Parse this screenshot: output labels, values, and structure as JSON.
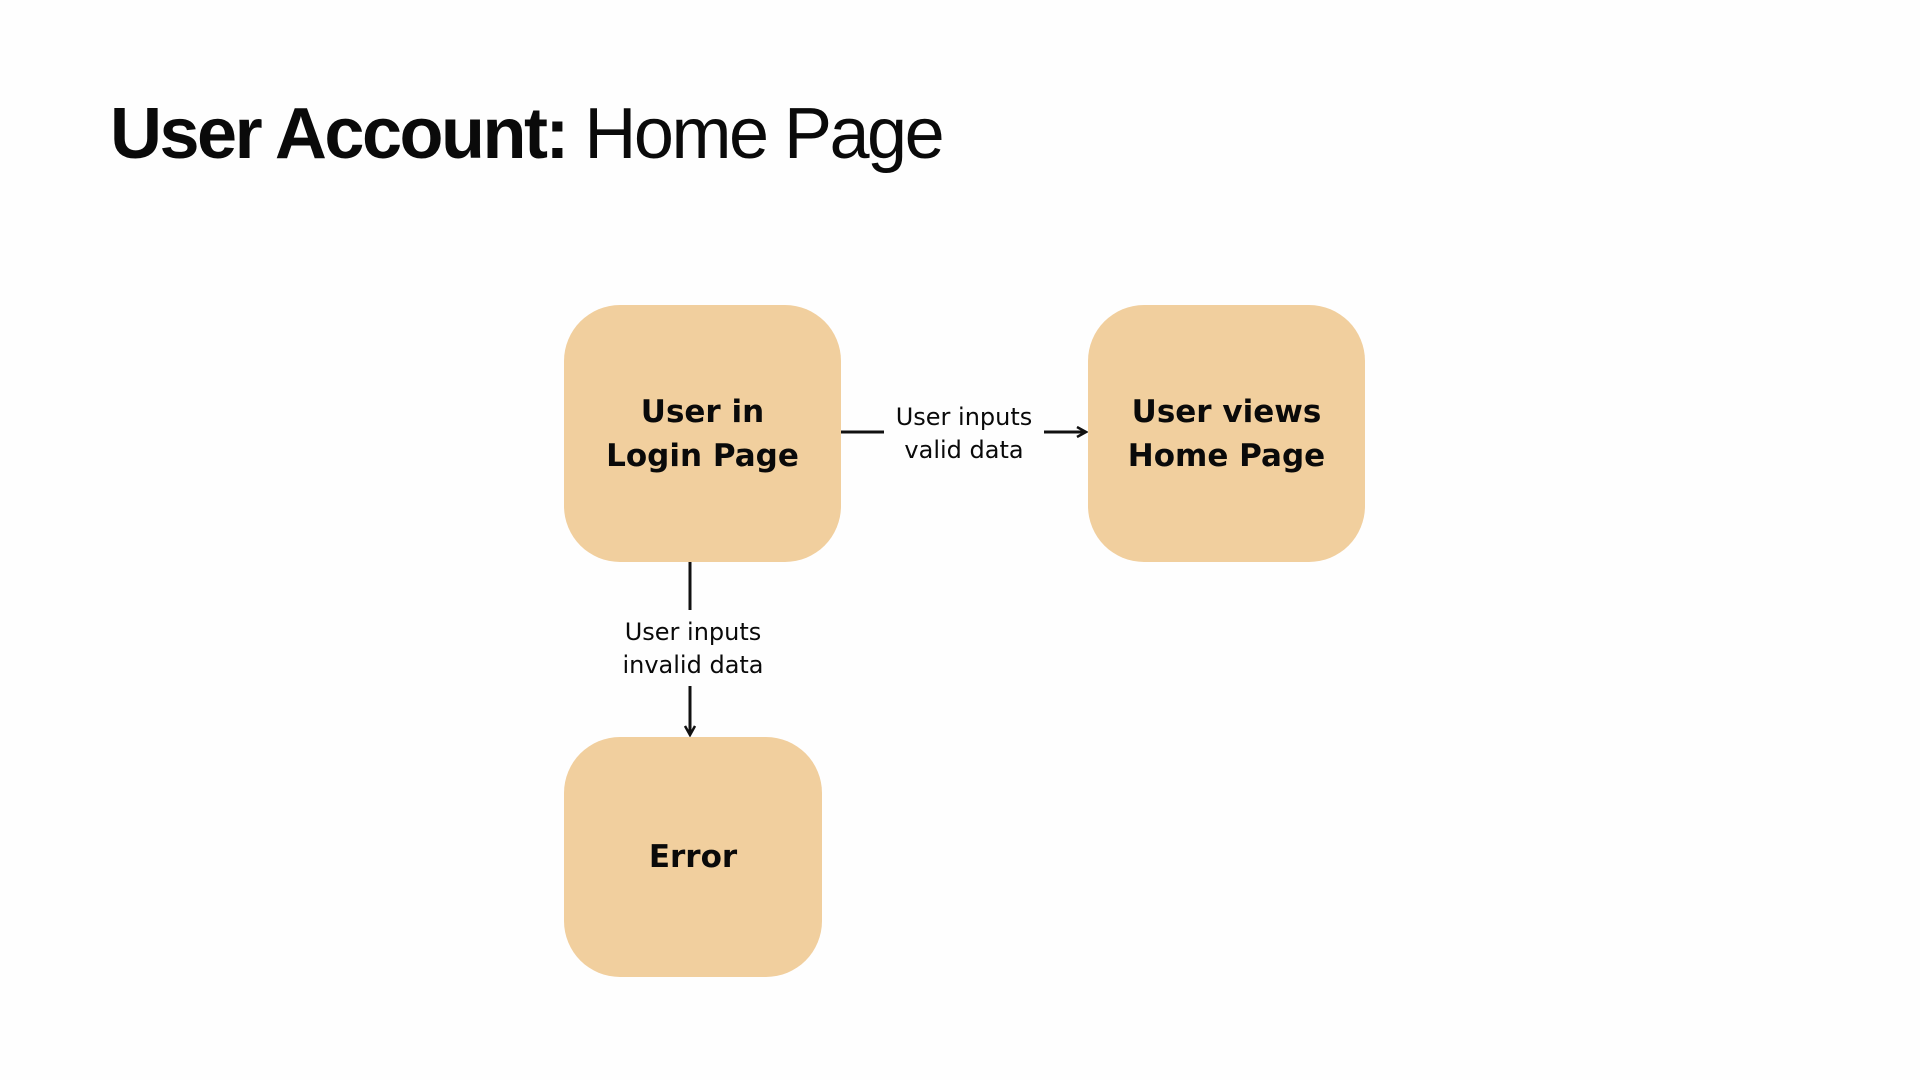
{
  "slide": {
    "title_bold": "User Account:",
    "title_regular": " Home Page"
  },
  "diagram": {
    "nodes": [
      {
        "id": "login",
        "label": "User in\nLogin Page"
      },
      {
        "id": "home",
        "label": "User views\nHome Page"
      },
      {
        "id": "error",
        "label": "Error"
      }
    ],
    "edges": [
      {
        "from": "login",
        "to": "home",
        "label": "User inputs\nvalid data"
      },
      {
        "from": "login",
        "to": "error",
        "label": "User inputs\ninvalid data"
      }
    ],
    "colors": {
      "node_fill": "#f1cf9e",
      "line": "#111111",
      "background": "#fefefe"
    }
  }
}
